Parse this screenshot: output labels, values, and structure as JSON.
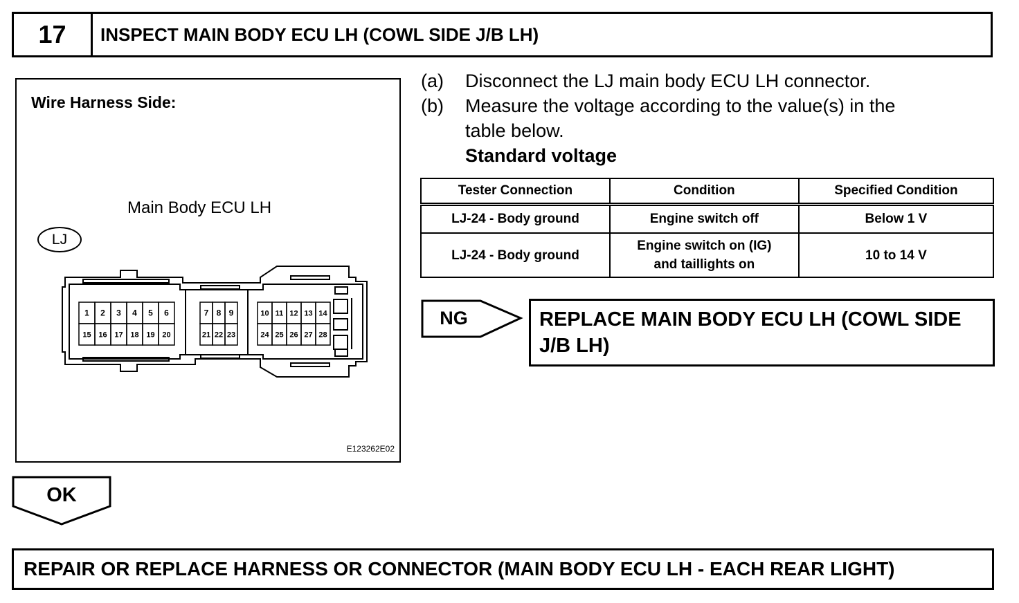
{
  "step": {
    "number": "17",
    "title": "INSPECT MAIN BODY ECU LH (COWL SIDE J/B LH)"
  },
  "figure": {
    "heading": "Wire Harness Side:",
    "caption": "Main Body ECU LH",
    "connector_code": "LJ",
    "drawing_id": "E123262E02",
    "pins_block1_top": [
      "1",
      "2",
      "3",
      "4",
      "5",
      "6"
    ],
    "pins_block1_bottom": [
      "15",
      "16",
      "17",
      "18",
      "19",
      "20"
    ],
    "pins_block2_top": [
      "7",
      "8",
      "9"
    ],
    "pins_block2_bottom": [
      "21",
      "22",
      "23"
    ],
    "pins_block3_top": [
      "10",
      "11",
      "12",
      "13",
      "14"
    ],
    "pins_block3_bottom": [
      "24",
      "25",
      "26",
      "27",
      "28"
    ]
  },
  "instructions": {
    "a_label": "(a)",
    "a_text": "Disconnect the LJ main body ECU LH connector.",
    "b_label": "(b)",
    "b_text_line1": "Measure the voltage according to the value(s) in the",
    "b_text_line2": "table below.",
    "standard_label": "Standard voltage"
  },
  "table": {
    "headers": [
      "Tester Connection",
      "Condition",
      "Specified Condition"
    ],
    "rows": [
      [
        "LJ-24 - Body ground",
        "Engine switch off",
        "Below 1 V"
      ],
      [
        "LJ-24 - Body ground",
        "Engine switch on (IG)",
        "and taillights on",
        "10 to 14 V"
      ]
    ]
  },
  "ng": {
    "label": "NG",
    "action_line1": "REPLACE MAIN BODY ECU LH (COWL SIDE",
    "action_line2": "J/B LH)"
  },
  "ok": {
    "label": "OK",
    "action": "REPAIR OR REPLACE HARNESS OR CONNECTOR (MAIN BODY ECU LH - EACH REAR LIGHT)"
  }
}
